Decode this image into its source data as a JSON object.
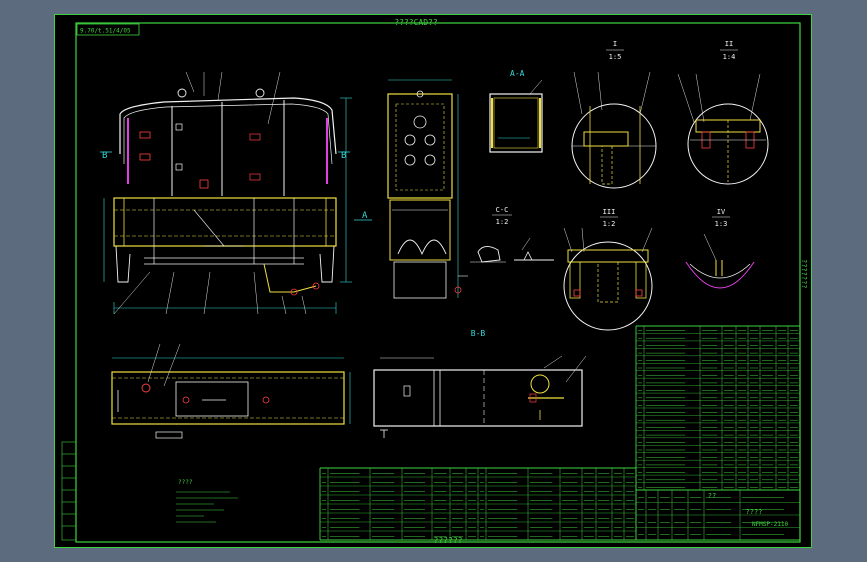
{
  "header_text": "????CAD??",
  "footer_text": "??????",
  "side_text": "???????",
  "stamp_text": "9.70/t.51/4/05",
  "section_labels": {
    "aa": "A-A",
    "bb": "B-B",
    "cc": "C-C",
    "cc_scale": "1:2",
    "d1_num": "I",
    "d1_scale": "1:5",
    "d2_num": "II",
    "d2_scale": "1:4",
    "d3_num": "III",
    "d3_scale": "1:2",
    "d4_num": "IV",
    "d4_scale": "1:3",
    "marker_a": "A",
    "marker_b": "B"
  },
  "notes_title": "????",
  "title_block": {
    "drawing_no": "NFMSP-2110",
    "name": "????",
    "unit": "??"
  },
  "colors": {
    "frame": "#3fd43f",
    "outline": "#f2f2f2",
    "part": "#f0e040",
    "dim": "#35d6d6",
    "accent": "#e040e0",
    "red": "#ff4040",
    "leader": "#e0e0e0",
    "title": "#3fd43f"
  }
}
